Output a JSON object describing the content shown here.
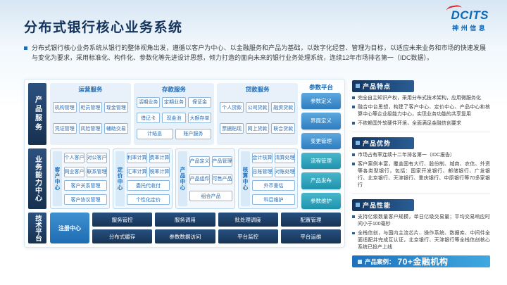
{
  "colors": {
    "accent_blue": "#1f6cb5",
    "navy": "#1b3a5e",
    "light_blue_bg": "#e8f1fa",
    "brand_red": "#e31e24",
    "teal_button": "#1f93ad",
    "case_bar_blue": "#1c70bd"
  },
  "logo": {
    "brand": "DCITS",
    "company": "神州信息"
  },
  "header": {
    "title": "分布式银行核心业务系统",
    "intro": "分布式银行核心业务系统从银行的整体视角出发，遵循以客户为中心、以金融服务和产品为基础，以数字化经营、管理为目标，以适应未来业务和市场的快速发展与变化为要求，采用标准化、构件化、参数化等先进设计思想，倾力打造的面向未来的银行业务处理系统，连续12年市场排名第一（IDC数据）。"
  },
  "diagram": {
    "row_labels": {
      "products": "产品服务",
      "capability": "业务能力中心",
      "tech": "技术平台"
    },
    "service_groups": [
      {
        "title": "运营服务",
        "items": [
          {
            "label": "机构管理"
          },
          {
            "label": "柜员管理"
          },
          {
            "label": "现金管理"
          },
          {
            "label": "凭证管理"
          },
          {
            "label": "风险管理"
          },
          {
            "label": "辅助交易"
          }
        ]
      },
      {
        "title": "存款服务",
        "items": [
          {
            "label": "活期业务"
          },
          {
            "label": "定期业务"
          },
          {
            "label": "保证金"
          },
          {
            "label": "借记卡"
          },
          {
            "label": "现金池"
          },
          {
            "label": "大额存单"
          },
          {
            "label": "计结息",
            "span": 3
          },
          {
            "label": "账户服务",
            "span": 3
          }
        ]
      },
      {
        "title": "贷款服务",
        "items": [
          {
            "label": "个人贷款"
          },
          {
            "label": "公司贷款"
          },
          {
            "label": "融资贷款"
          },
          {
            "label": "票据贴现"
          },
          {
            "label": "网上贷款"
          },
          {
            "label": "联合贷款"
          }
        ]
      }
    ],
    "param_platform": {
      "title": "参数平台",
      "items": [
        {
          "label": "参数定义",
          "color": "blue"
        },
        {
          "label": "界面定义",
          "color": "blue"
        },
        {
          "label": "变更管理",
          "color": "blue"
        },
        {
          "label": "流程管理",
          "color": "teal"
        },
        {
          "label": "产品发布",
          "color": "teal"
        },
        {
          "label": "参数维护",
          "color": "teal"
        }
      ]
    },
    "capability_groups": [
      {
        "label": "客户中心",
        "items": [
          {
            "label": "个人客户"
          },
          {
            "label": "对公客户"
          },
          {
            "label": "同业客户"
          },
          {
            "label": "联系管理"
          },
          {
            "label": "客户关系管理",
            "span": 2
          },
          {
            "label": "客户协议管理",
            "span": 2
          }
        ]
      },
      {
        "label": "定价中心",
        "items": [
          {
            "label": "利率计算"
          },
          {
            "label": "费率计算"
          },
          {
            "label": "汇率计算"
          },
          {
            "label": "税率计算"
          },
          {
            "label": "委托代收付",
            "span": 2
          },
          {
            "label": "个性化定价",
            "span": 2
          }
        ]
      },
      {
        "label": "产品中心",
        "items": [
          {
            "label": "产品定义"
          },
          {
            "label": "产品管理"
          },
          {
            "label": "产品组件"
          },
          {
            "label": "可售产品"
          },
          {
            "label": "组合产品",
            "span": 2
          }
        ]
      },
      {
        "label": "核算中心",
        "items": [
          {
            "label": "会计核算"
          },
          {
            "label": "清算处理"
          },
          {
            "label": "总账管理"
          },
          {
            "label": "对账处理"
          },
          {
            "label": "外币重估",
            "span": 2
          },
          {
            "label": "科目维护",
            "span": 2
          }
        ]
      }
    ],
    "tech_platform": {
      "registry": "注册中心",
      "row1": [
        "服务管控",
        "服务调用",
        "批处理调度",
        "配置管理"
      ],
      "row2": [
        "分布式缓存",
        "参数数据访问",
        "平台监控",
        "平台运维"
      ]
    }
  },
  "panels": [
    {
      "title": "产品特点",
      "bullets": [
        "完全自主知识产权，采用分布式技术架构，应用微服务化",
        "融合中台思想，构建了客户中心、定价中心、产品中心和核算中心等企业级能力中心，实现业务功能的共享复用",
        "不依赖国外软硬件环境，全面满足金融信创要求"
      ]
    },
    {
      "title": "产品优势",
      "bullets": [
        "市场占有率连续十二年排名第一（IDC报告）",
        "客户案例丰富，覆盖国有大行、股份制、城商、农信、外资等各类型银行，包括：国家开发银行、邮储银行、广发银行、北京银行、天津银行、重庆银行、中原银行等70多家银行"
      ]
    },
    {
      "title": "产品性能",
      "bullets": [
        "支持亿级数量客户规模，单日亿级交易量；平均交易响应时间小于100毫秒",
        "全栈信创，与国内主流芯片、操作系统、数据库、中间件全面适配并完成互认证，北京银行、天津银行等全栈信创核心系统已投产上线"
      ]
    }
  ],
  "case_bar": {
    "label": "产品案例：",
    "value": "70+金融机构"
  }
}
